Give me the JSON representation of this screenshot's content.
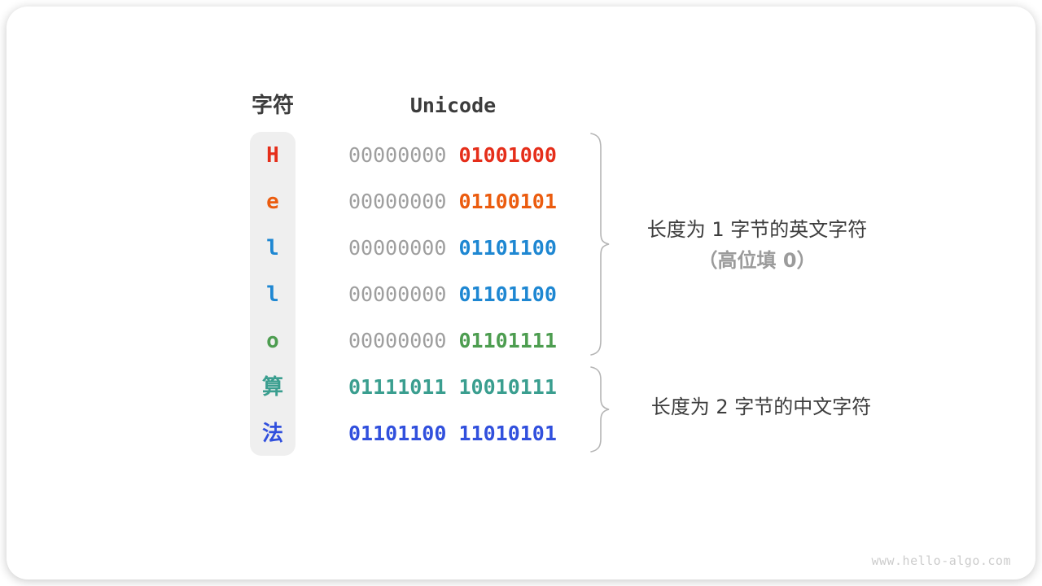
{
  "table": {
    "char_header": "字符",
    "unicode_header": "Unicode",
    "rows": [
      {
        "char": "H",
        "color": "#e52e1a",
        "byte1": "00000000",
        "byte1_color": "#9e9e9e",
        "byte2": "01001000",
        "byte2_color": "#e52e1a"
      },
      {
        "char": "e",
        "color": "#eb5c0f",
        "byte1": "00000000",
        "byte1_color": "#9e9e9e",
        "byte2": "01100101",
        "byte2_color": "#eb5c0f"
      },
      {
        "char": "l",
        "color": "#1e87d2",
        "byte1": "00000000",
        "byte1_color": "#9e9e9e",
        "byte2": "01101100",
        "byte2_color": "#1e87d2"
      },
      {
        "char": "l",
        "color": "#1e87d2",
        "byte1": "00000000",
        "byte1_color": "#9e9e9e",
        "byte2": "01101100",
        "byte2_color": "#1e87d2"
      },
      {
        "char": "o",
        "color": "#4d9d50",
        "byte1": "00000000",
        "byte1_color": "#9e9e9e",
        "byte2": "01101111",
        "byte2_color": "#4d9d50"
      },
      {
        "char": "算",
        "color": "#3a9e8f",
        "byte1": "01111011",
        "byte1_color": "#3a9e8f",
        "byte2": "10010111",
        "byte2_color": "#3a9e8f"
      },
      {
        "char": "法",
        "color": "#3150dd",
        "byte1": "01101100",
        "byte1_color": "#3150dd",
        "byte2": "11010101",
        "byte2_color": "#3150dd"
      }
    ]
  },
  "annotations": {
    "english_group": {
      "line1": "长度为 1 字节的英文字符",
      "line2": "（高位填 0）"
    },
    "chinese_group": {
      "line1": "长度为 2 字节的中文字符"
    }
  },
  "colors": {
    "header_text": "#3c3c3c",
    "padding_byte_gray": "#9e9e9e",
    "char_column_bg": "#efefef",
    "brace": "#b5b5b5",
    "annotation_primary": "#3d3d3d",
    "annotation_secondary": "#9b9b9b",
    "watermark": "#cccccc"
  },
  "watermark": "www.hello-algo.com"
}
